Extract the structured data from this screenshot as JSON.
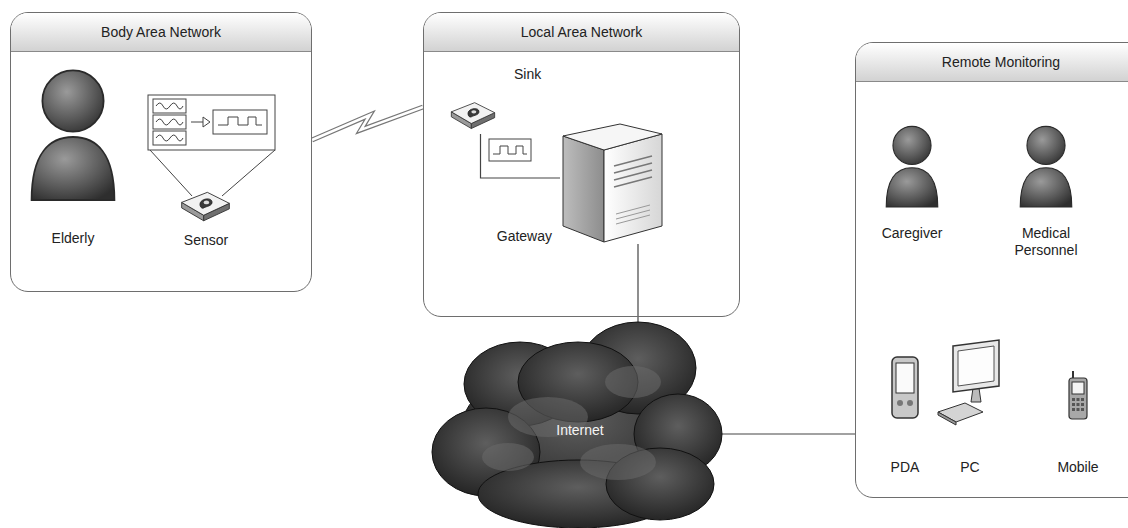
{
  "diagram": {
    "nodes": [
      {
        "text": [
          "Body Area Network"
        ]
      },
      {
        "text": [
          "Elderly"
        ],
        "in": 0
      },
      {
        "text": [
          "Sensor"
        ],
        "in": 0
      },
      {
        "text": [
          "Local Area Network"
        ]
      },
      {
        "text": [
          "Sink"
        ],
        "in": 3
      },
      {
        "text": [
          "Gateway"
        ],
        "in": 3
      },
      {
        "text": [
          "Remote Monitoring"
        ]
      },
      {
        "text": [
          "Caregiver"
        ],
        "in": 6
      },
      {
        "text": [
          "Medical Personnel"
        ],
        "in": 6
      },
      {
        "text": [
          "PDA"
        ],
        "in": 6
      },
      {
        "text": [
          "PC"
        ],
        "in": 6
      },
      {
        "text": [
          "Mobile"
        ],
        "in": 6
      },
      {
        "text": [
          "Internet"
        ]
      }
    ],
    "edges": [
      {
        "from": 0,
        "to": 3,
        "arrow": "none"
      },
      {
        "from": 4,
        "to": 5,
        "arrow": "none"
      },
      {
        "from": 5,
        "to": 12,
        "arrow": "none"
      },
      {
        "from": 12,
        "to": 6,
        "arrow": "none"
      }
    ]
  }
}
